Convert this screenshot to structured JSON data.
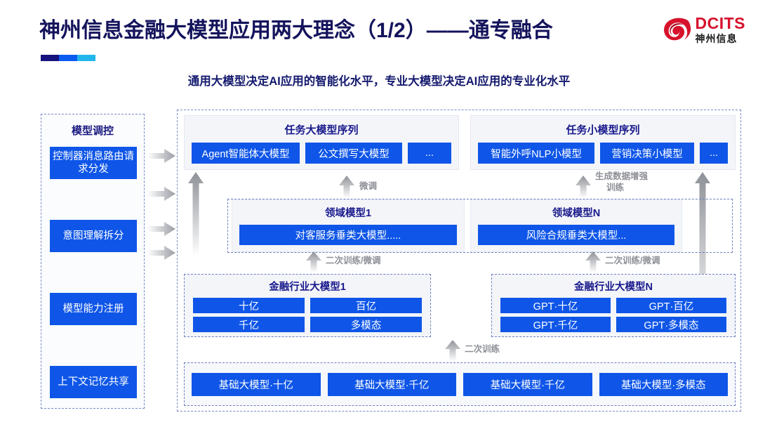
{
  "header": {
    "title": "神州信息金融大模型应用两大理念（1/2）——通专融合",
    "subtitle": "通用大模型决定AI应用的智能化水平，专业大模型决定AI应用的专业化水平",
    "logo_en": "DCITS",
    "logo_cn": "神州信息"
  },
  "colors": {
    "title_navy": "#14135c",
    "subtitle_navy": "#151a6e",
    "chip_blue": "#0f56e8",
    "panel_gray": "#f3f5f9",
    "dashed_border": "#7b8ac4",
    "logo_red": "#d6122c",
    "arrow_gray": "#9a9da4",
    "accent_navy": "#16137e",
    "accent_blue": "#0a5bf0",
    "accent_cyan": "#22b6ec"
  },
  "control_column": {
    "title": "模型调控",
    "buttons": [
      "控制器消息路由请求分发",
      "意图理解拆分",
      "模型能力注册",
      "上下文记忆共享"
    ]
  },
  "task_sequences": [
    {
      "title": "任务大模型序列",
      "items": [
        "Agent智能体大模型",
        "公文撰写大模型",
        "..."
      ]
    },
    {
      "title": "任务小模型序列",
      "items": [
        "智能外呼NLP小模型",
        "营销决策小模型",
        "..."
      ]
    }
  ],
  "domain_models": [
    {
      "title": "领域模型1",
      "model": "对客服务垂类大模型....."
    },
    {
      "title": "领域模型N",
      "model": "风险合规垂类大模型..."
    }
  ],
  "industry_models": [
    {
      "title": "金融行业大模型1",
      "cells": [
        "十亿",
        "百亿",
        "千亿",
        "多模态"
      ]
    },
    {
      "title": "金融行业大模型N",
      "cells": [
        "GPT·十亿",
        "GPT·百亿",
        "GPT·千亿",
        "GPT·多模态"
      ]
    }
  ],
  "base_models": [
    "基础大模型·十亿",
    "基础大模型·千亿",
    "基础大模型·千亿",
    "基础大模型·多模态"
  ],
  "flow_labels": {
    "finetune": "微调",
    "gen_data_aug_line1": "生成数据增强",
    "gen_data_aug_line2": "训练",
    "retrain_finetune_left": "二次训练/微调",
    "retrain_finetune_right": "二次训练/微调",
    "retrain": "二次训练"
  }
}
